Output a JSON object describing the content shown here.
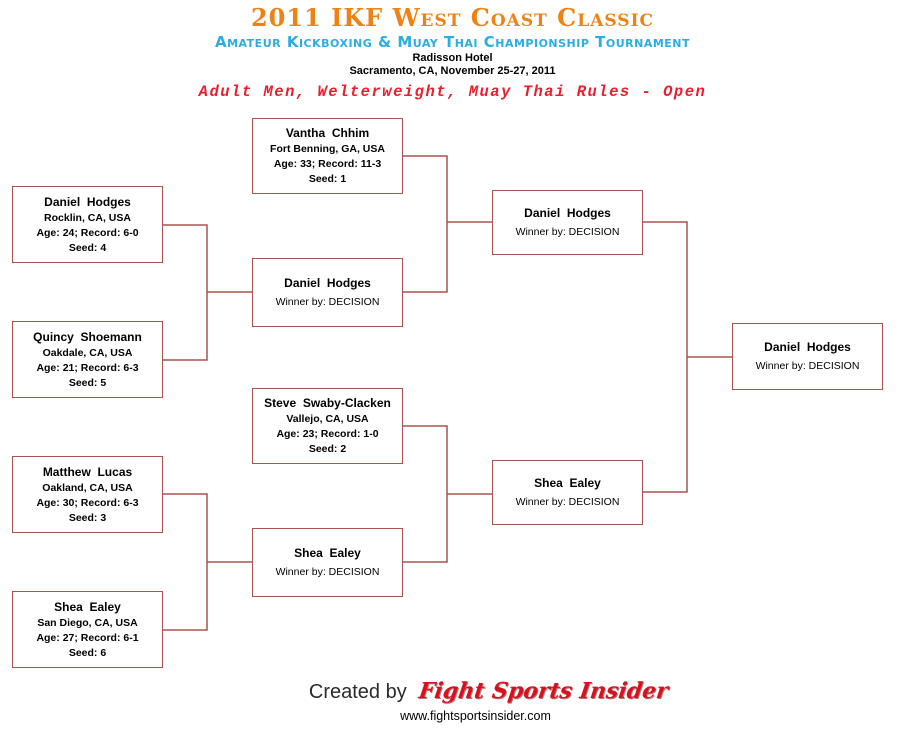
{
  "header": {
    "title": "2011 IKF West Coast Classic",
    "subtitle": "Amateur Kickboxing & Muay Thai Championship Tournament",
    "venue": "Radisson Hotel",
    "location_date": "Sacramento, CA, November 25-27, 2011",
    "division": "Adult Men, Welterweight, Muay Thai Rules - Open"
  },
  "colors": {
    "title": "#ef8214",
    "subtitle": "#2aade0",
    "division": "#e8202e",
    "border": "#a8534e",
    "logo": "#d6121f"
  },
  "bracket": {
    "chhim": {
      "name": "Vantha  Chhim",
      "location": "Fort Benning, GA, USA",
      "age_record": "Age: 33; Record: 11-3",
      "seed": "Seed: 1"
    },
    "hodges_seed4": {
      "name": "Daniel  Hodges",
      "location": "Rocklin, CA, USA",
      "age_record": "Age: 24; Record: 6-0",
      "seed": "Seed: 4"
    },
    "shoemann": {
      "name": "Quincy  Shoemann",
      "location": "Oakdale, CA, USA",
      "age_record": "Age: 21; Record: 6-3",
      "seed": "Seed: 5"
    },
    "hodges_qf_winner": {
      "name": "Daniel  Hodges",
      "result": "Winner by: DECISION"
    },
    "hodges_sf_winner": {
      "name": "Daniel  Hodges",
      "result": "Winner by: DECISION"
    },
    "swaby": {
      "name": "Steve  Swaby-Clacken",
      "location": "Vallejo, CA, USA",
      "age_record": "Age: 23; Record: 1-0",
      "seed": "Seed: 2"
    },
    "lucas": {
      "name": "Matthew  Lucas",
      "location": "Oakland, CA, USA",
      "age_record": "Age: 30; Record: 6-3",
      "seed": "Seed: 3"
    },
    "ealey_seed6": {
      "name": "Shea  Ealey",
      "location": "San Diego, CA, USA",
      "age_record": "Age: 27; Record: 6-1",
      "seed": "Seed: 6"
    },
    "ealey_qf_winner": {
      "name": "Shea  Ealey",
      "result": "Winner by: DECISION"
    },
    "ealey_sf_winner": {
      "name": "Shea  Ealey",
      "result": "Winner by: DECISION"
    },
    "final_winner": {
      "name": "Daniel  Hodges",
      "result": "Winner by: DECISION"
    }
  },
  "footer": {
    "created_by": "Created by",
    "logo_text": "Fight Sports Insider",
    "website": "www.fightsportsinsider.com"
  }
}
